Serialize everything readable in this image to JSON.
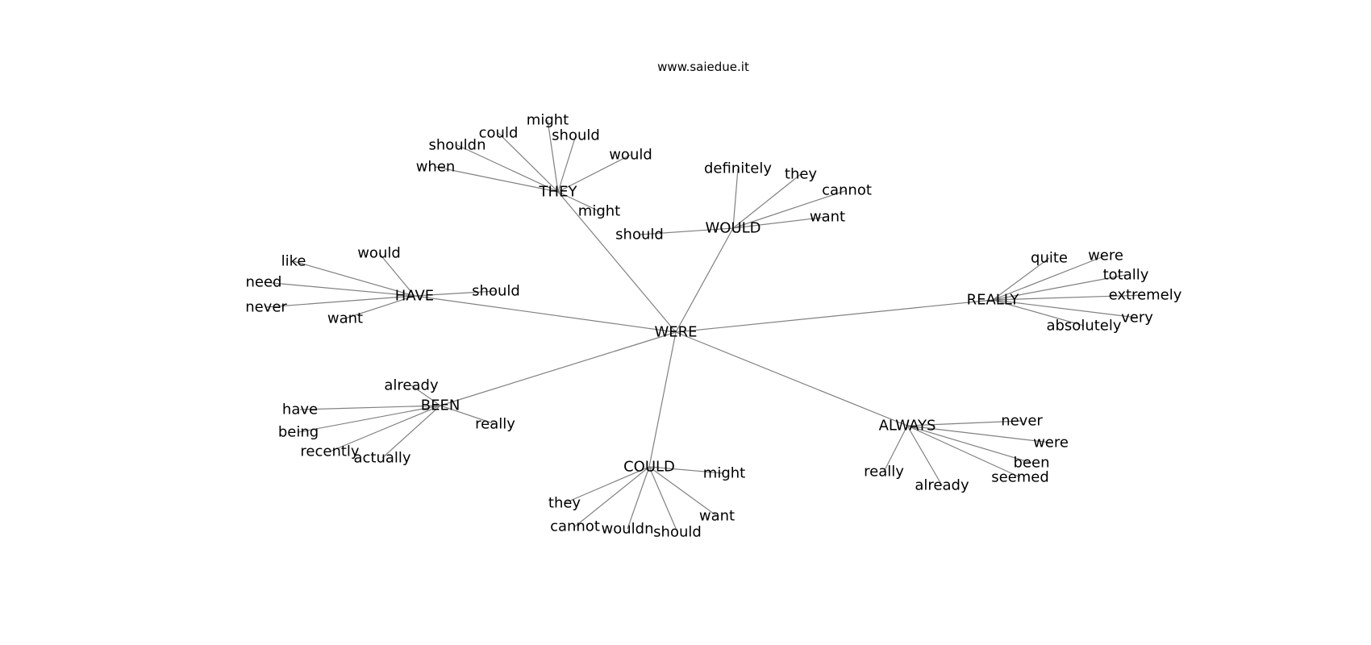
{
  "title": "www.saiedue.it",
  "colors": {
    "edge": "#808080",
    "text": "#000000",
    "background": "#ffffff"
  },
  "root": "WERE",
  "branches": [
    {
      "word": "THEY",
      "leaves": [
        "when",
        "shouldn",
        "could",
        "might",
        "should",
        "would",
        "might"
      ]
    },
    {
      "word": "WOULD",
      "leaves": [
        "should",
        "definitely",
        "they",
        "cannot",
        "want"
      ]
    },
    {
      "word": "HAVE",
      "leaves": [
        "like",
        "need",
        "never",
        "want",
        "would",
        "should"
      ]
    },
    {
      "word": "REALLY",
      "leaves": [
        "quite",
        "were",
        "totally",
        "extremely",
        "very",
        "absolutely"
      ]
    },
    {
      "word": "BEEN",
      "leaves": [
        "already",
        "have",
        "being",
        "recently",
        "actually",
        "really"
      ]
    },
    {
      "word": "COULD",
      "leaves": [
        "they",
        "cannot",
        "wouldn",
        "should",
        "want",
        "might"
      ]
    },
    {
      "word": "ALWAYS",
      "leaves": [
        "really",
        "already",
        "seemed",
        "been",
        "were",
        "never"
      ]
    }
  ]
}
